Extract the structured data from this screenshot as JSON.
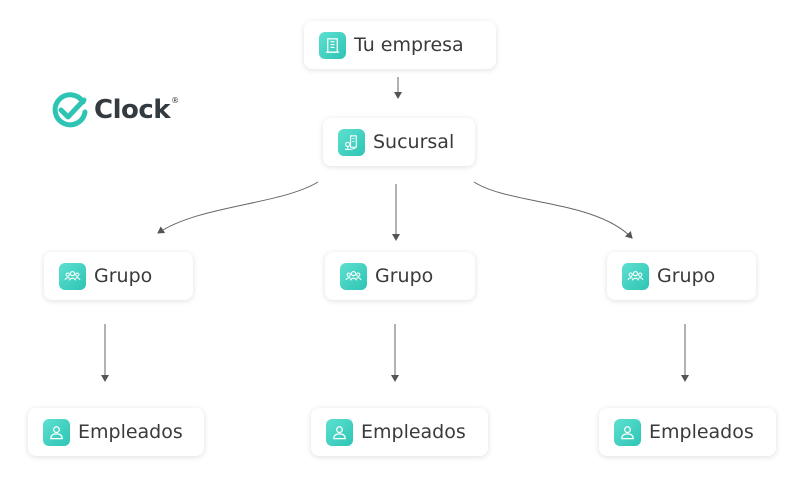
{
  "logo": {
    "text": "Clock",
    "registered_mark": "®",
    "brand_color": "#2ec4b4"
  },
  "nodes": {
    "company": {
      "label": "Tu empresa",
      "icon": "building-icon"
    },
    "branch": {
      "label": "Sucursal",
      "icon": "location-building-icon"
    },
    "groups": [
      {
        "label": "Grupo",
        "icon": "group-users-icon"
      },
      {
        "label": "Grupo",
        "icon": "group-users-icon"
      },
      {
        "label": "Grupo",
        "icon": "group-users-icon"
      }
    ],
    "employees": [
      {
        "label": "Empleados",
        "icon": "user-icon"
      },
      {
        "label": "Empleados",
        "icon": "user-icon"
      },
      {
        "label": "Empleados",
        "icon": "user-icon"
      }
    ]
  },
  "colors": {
    "icon_bg_start": "#5de0d0",
    "icon_bg_end": "#2ec4b4",
    "text": "#3a3a3a",
    "connector": "#555555"
  }
}
